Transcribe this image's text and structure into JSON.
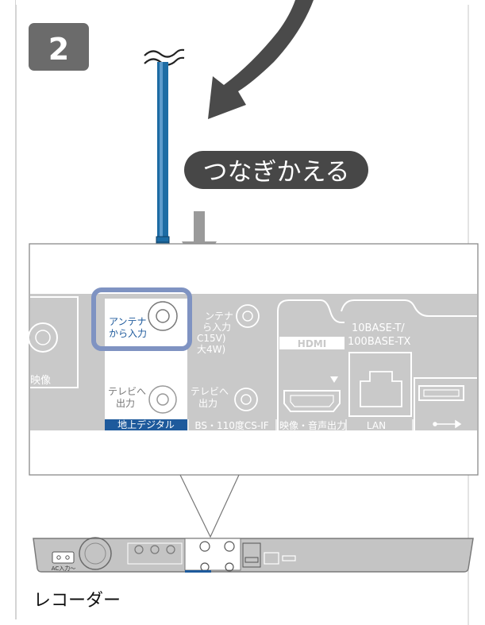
{
  "step_number": "2",
  "callout": "つなぎかえる",
  "panel": {
    "terrestrial": {
      "antenna_in": [
        "アンテナ",
        "から入力"
      ],
      "tv_out": [
        "テレビへ",
        "出力"
      ],
      "label": "地上デジタル"
    },
    "bs": {
      "antenna_in": [
        "ンテナ",
        "ら入力",
        "C15V)",
        "大4W)"
      ],
      "tv_out": [
        "テレビへ",
        "出力"
      ],
      "label": "BS・110度CS-IF"
    },
    "hdmi": {
      "logo": "HDMI",
      "label": "映像・音声出力"
    },
    "lan": {
      "spec": [
        "10BASE-T/",
        "100BASE-TX"
      ],
      "label": "LAN"
    },
    "left_video_label": "映像"
  },
  "recorder": {
    "ac_label": "AC入力～",
    "caption": "レコーダー"
  },
  "colors": {
    "cable_blue": "#1d6ca4",
    "highlight_ring": "#7f93c2",
    "terrestrial_label_bg": "#1e5a9c",
    "step_badge": "#6b6b6b",
    "callout_bg": "#474747",
    "arrow_gray": "#9a9a9a"
  }
}
